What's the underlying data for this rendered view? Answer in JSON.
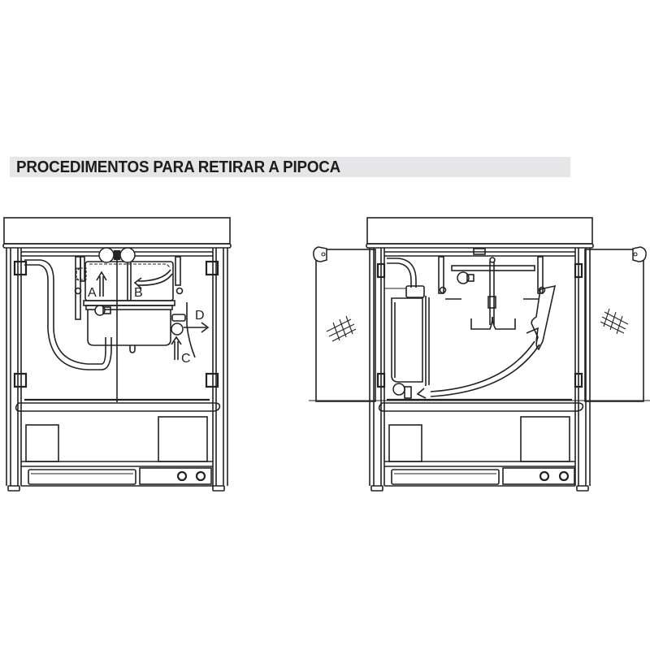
{
  "title": "PROCEDIMENTOS PARA RETIRAR A PIPOCA",
  "figures": [
    {
      "id": "machine-doors-closed",
      "description": "Pipoqueira vista frontal com portas fechadas, chaleira na posição normal",
      "labels": {
        "A": "A",
        "B": "B",
        "C": "C",
        "D": "D"
      }
    },
    {
      "id": "machine-doors-open",
      "description": "Pipoqueira vista frontal com portas abertas, chaleira inclinada para despejar a pipoca"
    }
  ],
  "colors": {
    "line": "#222222",
    "title_bar": "#e6e6e8",
    "background": "#ffffff"
  }
}
